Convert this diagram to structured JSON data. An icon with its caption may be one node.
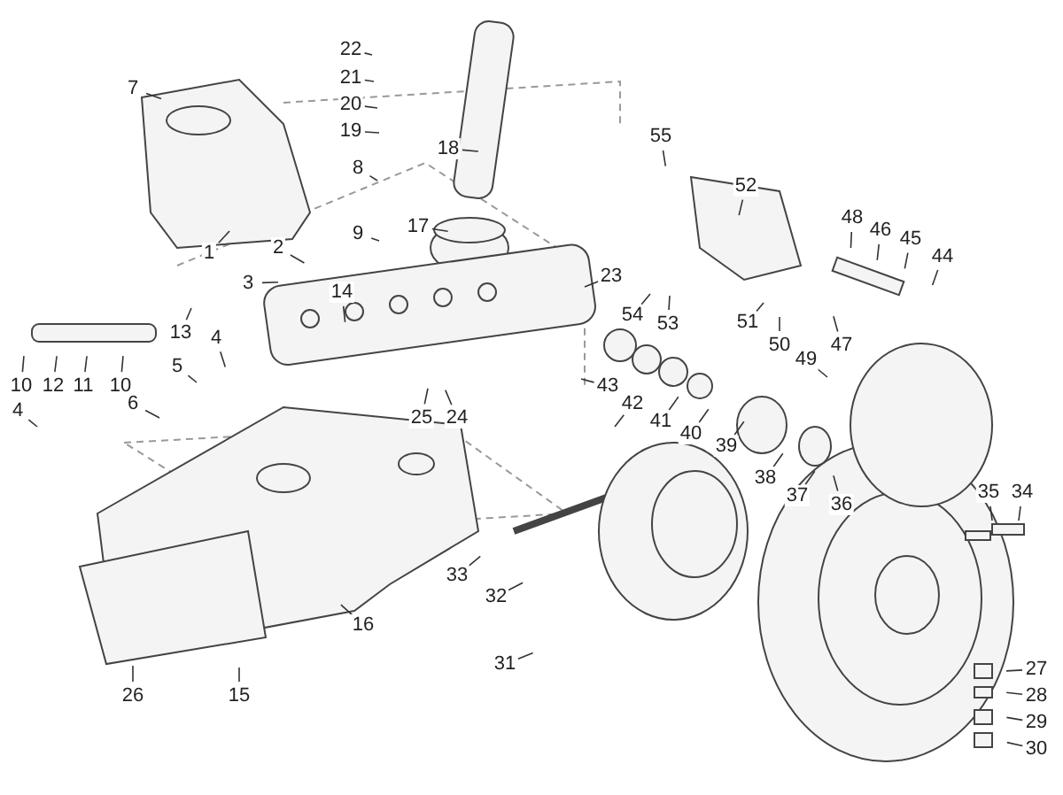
{
  "diagram": {
    "nodes": [
      {
        "text": [
          "22"
        ]
      },
      {
        "text": [
          "21"
        ]
      },
      {
        "text": [
          "20"
        ]
      },
      {
        "text": [
          "19"
        ]
      },
      {
        "text": [
          "7"
        ]
      },
      {
        "text": [
          "18"
        ]
      },
      {
        "text": [
          "55"
        ]
      },
      {
        "text": [
          "8"
        ]
      },
      {
        "text": [
          "52"
        ]
      },
      {
        "text": [
          "48"
        ]
      },
      {
        "text": [
          "46"
        ]
      },
      {
        "text": [
          "45"
        ]
      },
      {
        "text": [
          "44"
        ]
      },
      {
        "text": [
          "17"
        ]
      },
      {
        "text": [
          "9"
        ]
      },
      {
        "text": [
          "2"
        ]
      },
      {
        "text": [
          "1"
        ]
      },
      {
        "text": [
          "23"
        ]
      },
      {
        "text": [
          "3"
        ]
      },
      {
        "text": [
          "14"
        ]
      },
      {
        "text": [
          "13"
        ]
      },
      {
        "text": [
          "54"
        ]
      },
      {
        "text": [
          "53"
        ]
      },
      {
        "text": [
          "51"
        ]
      },
      {
        "text": [
          "4"
        ]
      },
      {
        "text": [
          "50"
        ]
      },
      {
        "text": [
          "49"
        ]
      },
      {
        "text": [
          "47"
        ]
      },
      {
        "text": [
          "5"
        ]
      },
      {
        "text": [
          "10"
        ]
      },
      {
        "text": [
          "12"
        ]
      },
      {
        "text": [
          "11"
        ]
      },
      {
        "text": [
          "10"
        ]
      },
      {
        "text": [
          "43"
        ]
      },
      {
        "text": [
          "42"
        ]
      },
      {
        "text": [
          "41"
        ]
      },
      {
        "text": [
          "40"
        ]
      },
      {
        "text": [
          "39"
        ]
      },
      {
        "text": [
          "6"
        ]
      },
      {
        "text": [
          "4"
        ]
      },
      {
        "text": [
          "25"
        ]
      },
      {
        "text": [
          "24"
        ]
      },
      {
        "text": [
          "38"
        ]
      },
      {
        "text": [
          "37"
        ]
      },
      {
        "text": [
          "36"
        ]
      },
      {
        "text": [
          "35"
        ]
      },
      {
        "text": [
          "34"
        ]
      },
      {
        "text": [
          "33"
        ]
      },
      {
        "text": [
          "32"
        ]
      },
      {
        "text": [
          "16"
        ]
      },
      {
        "text": [
          "31"
        ]
      },
      {
        "text": [
          "27"
        ]
      },
      {
        "text": [
          "26"
        ]
      },
      {
        "text": [
          "15"
        ]
      },
      {
        "text": [
          "28"
        ]
      },
      {
        "text": [
          "29"
        ]
      },
      {
        "text": [
          "30"
        ]
      }
    ],
    "edges": [
      {
        "from": 0,
        "to": null,
        "arrow": "none"
      },
      {
        "from": 1,
        "to": null,
        "arrow": "none"
      },
      {
        "from": 2,
        "to": null,
        "arrow": "none"
      },
      {
        "from": 3,
        "to": null,
        "arrow": "none"
      },
      {
        "from": 4,
        "to": null,
        "arrow": "none"
      },
      {
        "from": 5,
        "to": null,
        "arrow": "none"
      },
      {
        "from": 6,
        "to": null,
        "arrow": "none"
      },
      {
        "from": 7,
        "to": null,
        "arrow": "none"
      },
      {
        "from": 8,
        "to": null,
        "arrow": "none"
      },
      {
        "from": 9,
        "to": null,
        "arrow": "none"
      },
      {
        "from": 10,
        "to": null,
        "arrow": "none"
      },
      {
        "from": 11,
        "to": null,
        "arrow": "none"
      },
      {
        "from": 12,
        "to": null,
        "arrow": "none"
      },
      {
        "from": 13,
        "to": null,
        "arrow": "none"
      },
      {
        "from": 14,
        "to": null,
        "arrow": "none"
      },
      {
        "from": 15,
        "to": null,
        "arrow": "none"
      },
      {
        "from": 16,
        "to": null,
        "arrow": "none"
      },
      {
        "from": 17,
        "to": null,
        "arrow": "none"
      },
      {
        "from": 18,
        "to": null,
        "arrow": "none"
      },
      {
        "from": 19,
        "to": null,
        "arrow": "none"
      },
      {
        "from": 20,
        "to": null,
        "arrow": "none"
      },
      {
        "from": 21,
        "to": null,
        "arrow": "none"
      },
      {
        "from": 22,
        "to": null,
        "arrow": "none"
      },
      {
        "from": 23,
        "to": null,
        "arrow": "none"
      },
      {
        "from": 24,
        "to": null,
        "arrow": "none"
      },
      {
        "from": 25,
        "to": null,
        "arrow": "none"
      },
      {
        "from": 26,
        "to": null,
        "arrow": "none"
      },
      {
        "from": 27,
        "to": null,
        "arrow": "none"
      },
      {
        "from": 28,
        "to": null,
        "arrow": "none"
      },
      {
        "from": 29,
        "to": null,
        "arrow": "none"
      },
      {
        "from": 30,
        "to": null,
        "arrow": "none"
      },
      {
        "from": 31,
        "to": null,
        "arrow": "none"
      },
      {
        "from": 32,
        "to": null,
        "arrow": "none"
      },
      {
        "from": 33,
        "to": null,
        "arrow": "none"
      },
      {
        "from": 34,
        "to": null,
        "arrow": "none"
      },
      {
        "from": 35,
        "to": null,
        "arrow": "none"
      },
      {
        "from": 36,
        "to": null,
        "arrow": "none"
      },
      {
        "from": 37,
        "to": null,
        "arrow": "none"
      },
      {
        "from": 38,
        "to": null,
        "arrow": "none"
      },
      {
        "from": 39,
        "to": null,
        "arrow": "none"
      },
      {
        "from": 40,
        "to": null,
        "arrow": "none"
      },
      {
        "from": 41,
        "to": null,
        "arrow": "none"
      },
      {
        "from": 42,
        "to": null,
        "arrow": "none"
      },
      {
        "from": 43,
        "to": null,
        "arrow": "none"
      },
      {
        "from": 44,
        "to": null,
        "arrow": "none"
      },
      {
        "from": 45,
        "to": null,
        "arrow": "none"
      },
      {
        "from": 46,
        "to": null,
        "arrow": "none"
      },
      {
        "from": 47,
        "to": null,
        "arrow": "none"
      },
      {
        "from": 48,
        "to": null,
        "arrow": "none"
      },
      {
        "from": 49,
        "to": null,
        "arrow": "none"
      },
      {
        "from": 50,
        "to": null,
        "arrow": "none"
      },
      {
        "from": 51,
        "to": null,
        "arrow": "none"
      },
      {
        "from": 52,
        "to": null,
        "arrow": "none"
      },
      {
        "from": 53,
        "to": null,
        "arrow": "none"
      },
      {
        "from": 54,
        "to": null,
        "arrow": "none"
      },
      {
        "from": 55,
        "to": null,
        "arrow": "none"
      },
      {
        "from": 56,
        "to": null,
        "arrow": "none"
      }
    ]
  }
}
